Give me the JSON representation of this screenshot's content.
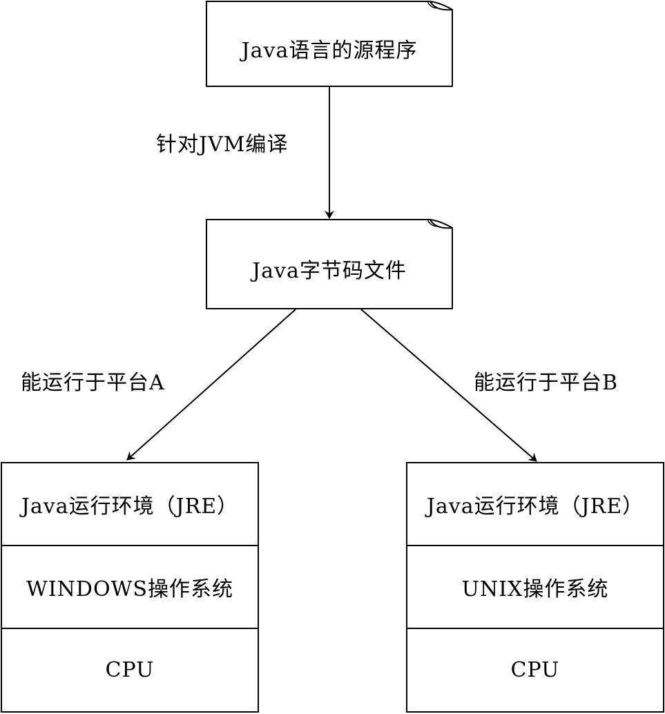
{
  "nodes": {
    "source": "Java语言的源程序",
    "bytecode": "Java字节码文件"
  },
  "edges": {
    "compile": "针对JVM编译",
    "platform_a": "能运行于平台A",
    "platform_b": "能运行于平台B"
  },
  "stack_a": {
    "jre": "Java运行环境（JRE）",
    "os": "WINDOWS操作系统",
    "cpu": "CPU"
  },
  "stack_b": {
    "jre": "Java运行环境（JRE）",
    "os": "UNIX操作系统",
    "cpu": "CPU"
  }
}
